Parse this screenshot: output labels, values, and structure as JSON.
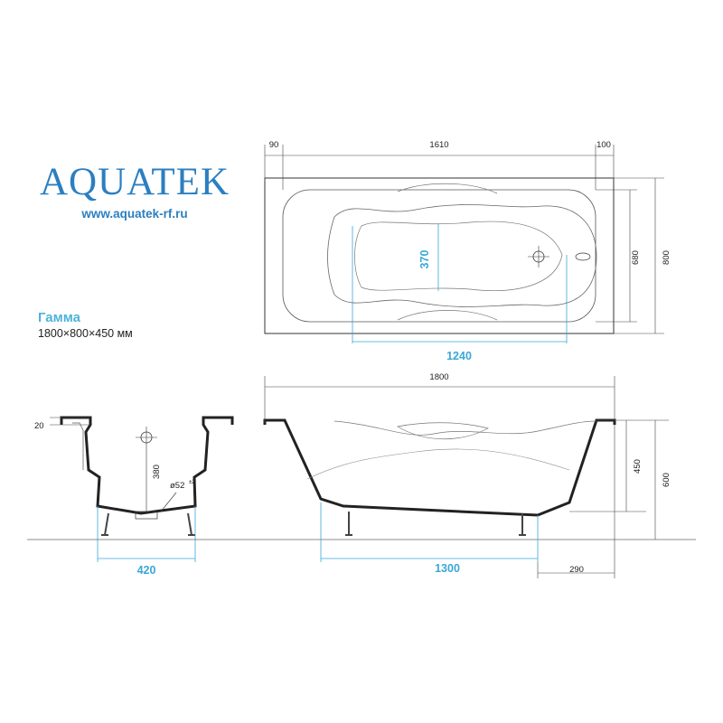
{
  "brand": {
    "logo_text": "AQUATEK",
    "url": "www.aquatek-rf.ru"
  },
  "model": {
    "name": "Гамма",
    "dimensions": "1800×800×450 мм"
  },
  "dimensions": {
    "top_left_margin": "90",
    "top_inner_length": "1610",
    "top_right_margin": "100",
    "inner_width": "680",
    "outer_width": "800",
    "bowl_width": "370",
    "bowl_length": "1240",
    "total_length": "1800",
    "height": "450",
    "total_height": "600",
    "rim": "20",
    "drain_height": "380",
    "drain_diameter": "ø52",
    "drain_tolerance": "±2",
    "legs_span_end": "420",
    "legs_span_side": "1300",
    "leg_offset": "290"
  },
  "colors": {
    "accent": "#3aa7d6",
    "brand": "#2b7fc1",
    "line": "#333333"
  }
}
